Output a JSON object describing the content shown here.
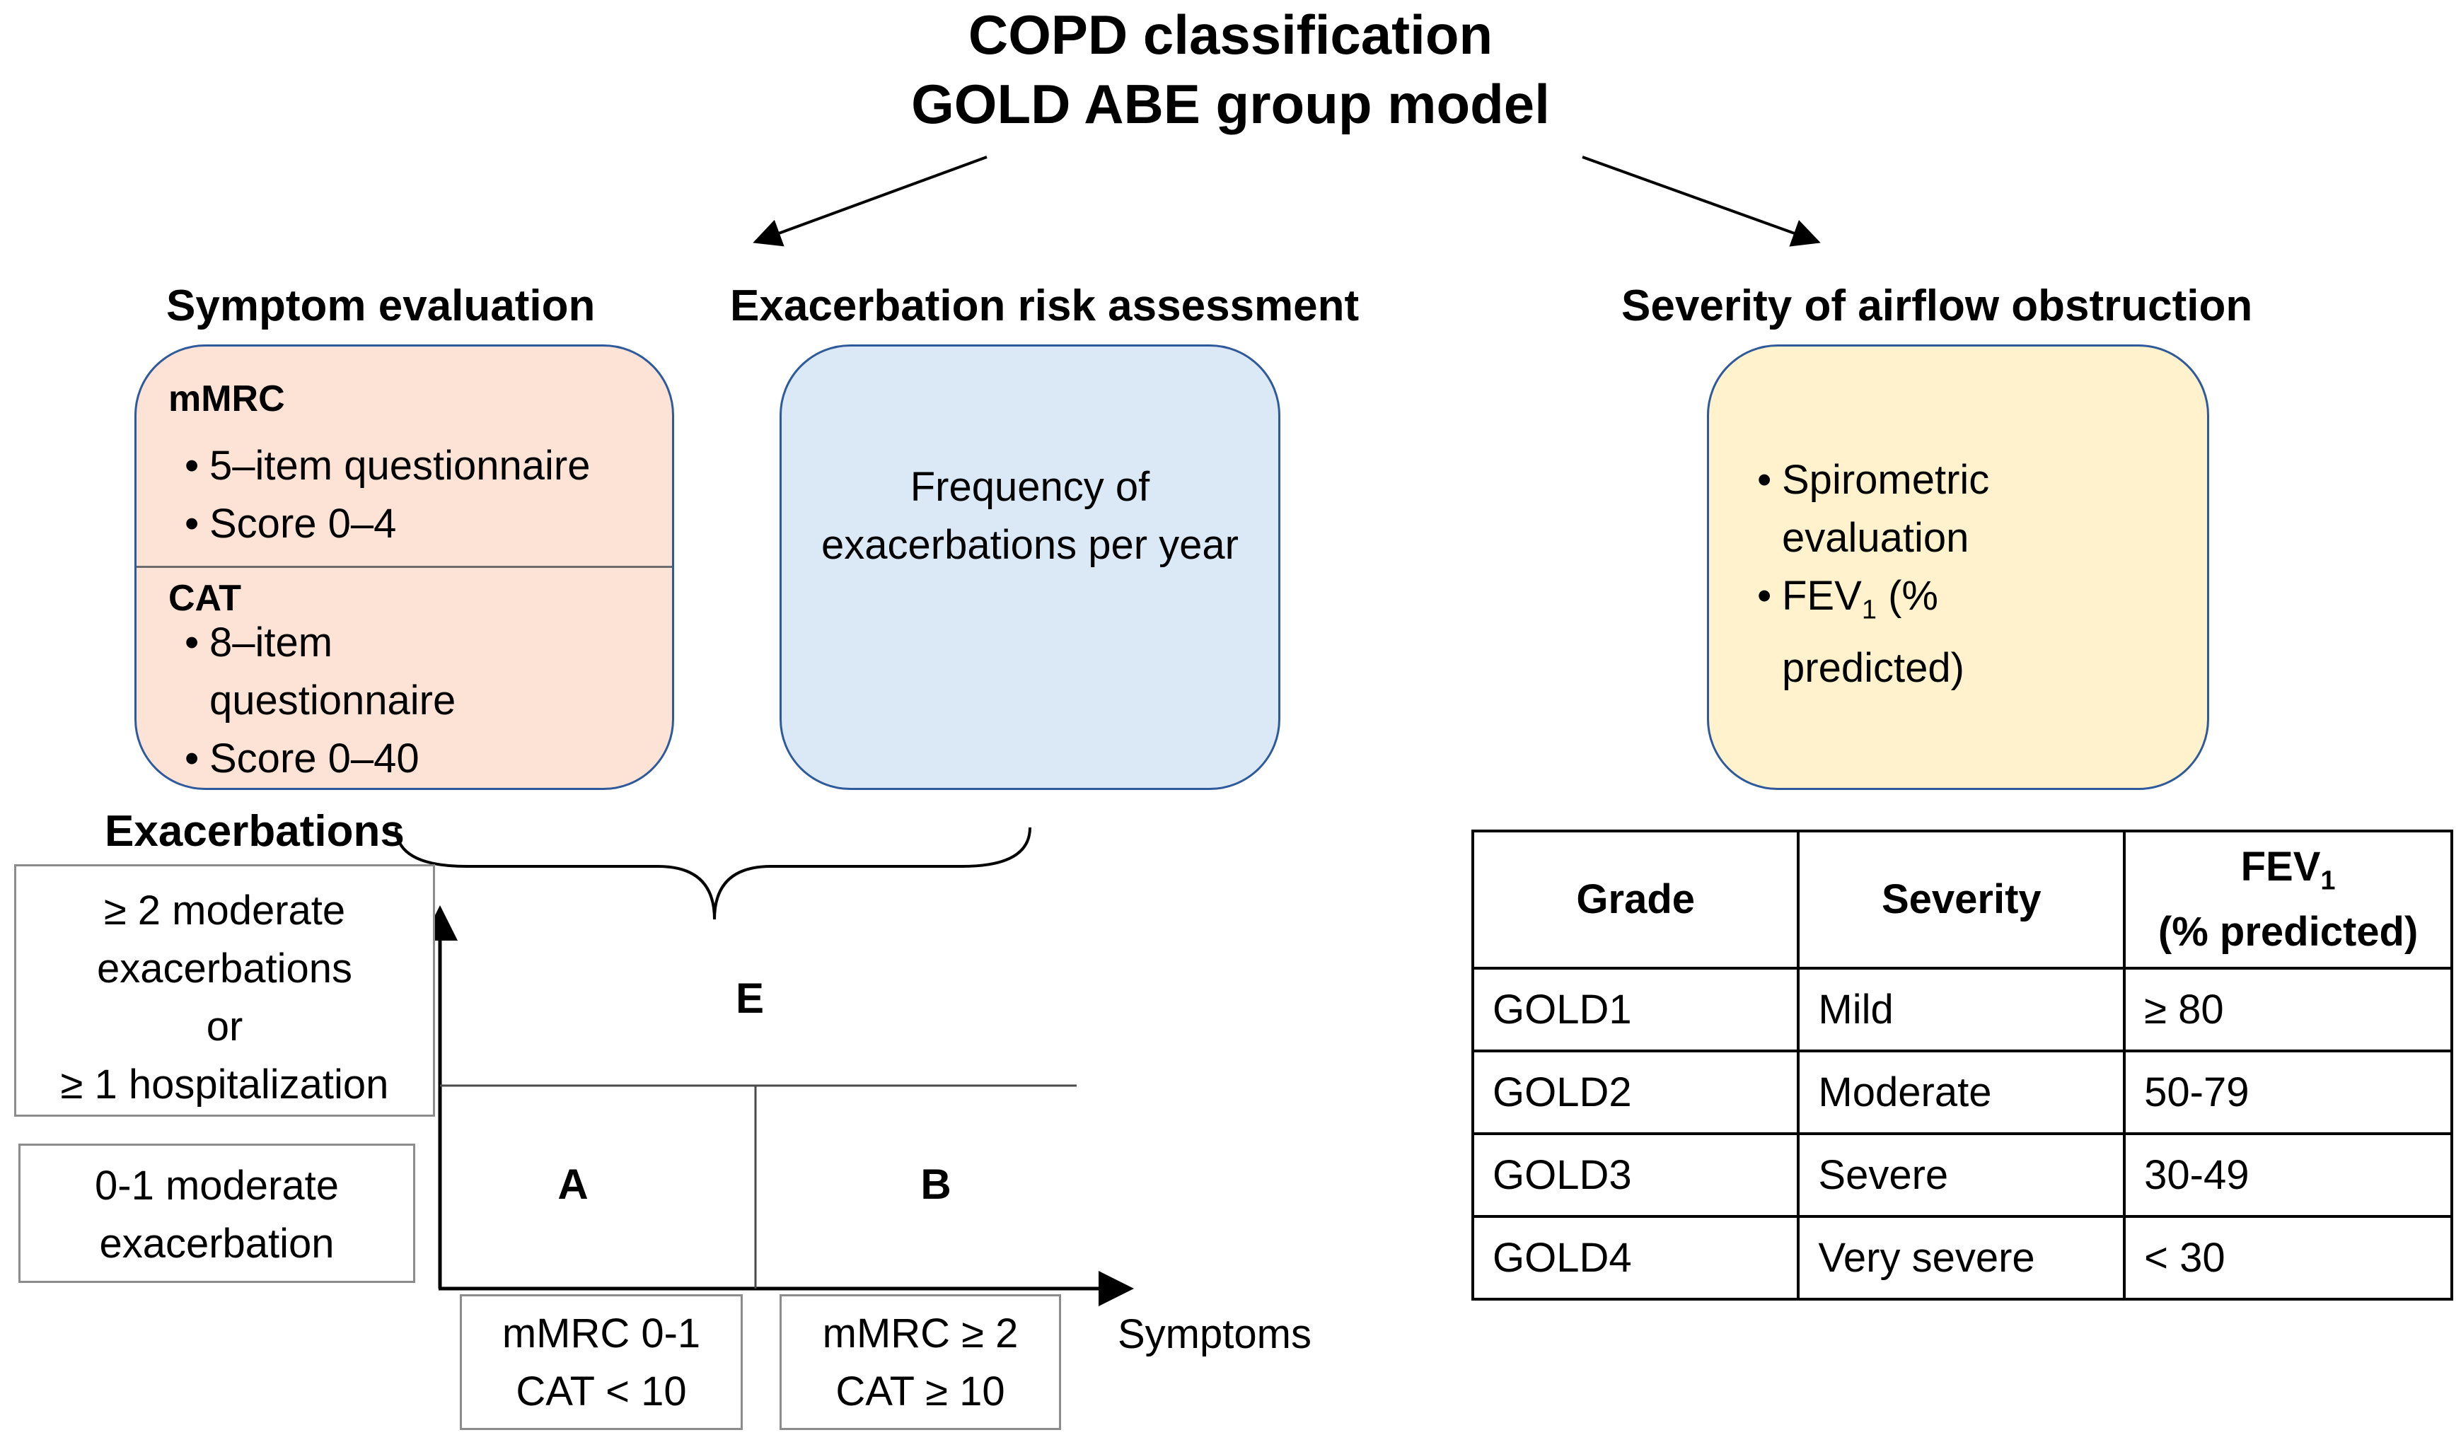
{
  "title": {
    "line1": "COPD classification",
    "line2": "GOLD ABE group model"
  },
  "symptom": {
    "heading": "Symptom evaluation",
    "mmrc_label": "mMRC",
    "mmrc_items": [
      "5–item questionnaire",
      "Score 0–4"
    ],
    "cat_label": "CAT",
    "cat_items": [
      "8–item questionnaire",
      "Score 0–40"
    ]
  },
  "exacerbation": {
    "heading": "Exacerbation risk assessment",
    "body": "Frequency of exacerbations per year"
  },
  "severity": {
    "heading": "Severity of airflow obstruction",
    "items": [
      "Spirometric evaluation"
    ],
    "fev_prefix": "FEV",
    "fev_sub": "1",
    "fev_suffix": " (% predicted)"
  },
  "grid": {
    "y_axis_label": "Exacerbations",
    "x_axis_label": "Symptoms",
    "high_row": [
      "≥ 2 moderate",
      "exacerbations",
      "or",
      "≥ 1 hospitalization"
    ],
    "low_row": [
      "0-1 moderate",
      "exacerbation"
    ],
    "col1": [
      "mMRC 0-1",
      "CAT < 10"
    ],
    "col2": [
      "mMRC ≥ 2",
      "CAT ≥ 10"
    ],
    "group_e": "E",
    "group_a": "A",
    "group_b": "B"
  },
  "table": {
    "col_grade": "Grade",
    "col_severity": "Severity",
    "col_fev_prefix": "FEV",
    "col_fev_sub": "1",
    "col_fev_suffix": "(% predicted)",
    "rows": [
      {
        "grade": "GOLD1",
        "severity": "Mild",
        "fev": "≥ 80"
      },
      {
        "grade": "GOLD2",
        "severity": "Moderate",
        "fev": "50-79"
      },
      {
        "grade": "GOLD3",
        "severity": "Severe",
        "fev": "30-49"
      },
      {
        "grade": "GOLD4",
        "severity": "Very severe",
        "fev": "< 30"
      }
    ]
  },
  "colors": {
    "symptom_fill": "#fde3d6",
    "exacerbation_fill": "#dbe9f6",
    "severity_fill": "#fff2cc",
    "box_border": "#2e5a9c"
  }
}
